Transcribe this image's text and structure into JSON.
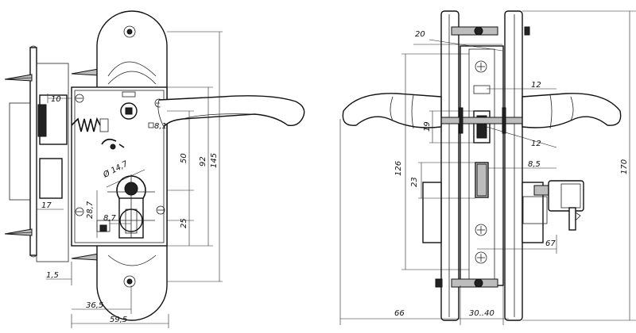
{
  "drawing": {
    "type": "technical drawing of mortise lock with lever handles",
    "dimensions_left_view": {
      "d_10": "10",
      "d_17": "17",
      "d_1_5": "1,5",
      "d_36_5": "36,5",
      "d_59_5": "59,5",
      "d_28_7": "28,7",
      "d_8_7": "8,7",
      "d_14_7": "Ø 14,7",
      "d_8_1": "8,1",
      "d_50": "50",
      "d_92": "92",
      "d_145": "145",
      "d_25": "25"
    },
    "dimensions_right_view": {
      "d_20": "20",
      "d_12a": "12",
      "d_12b": "12",
      "d_19": "19",
      "d_126": "126",
      "d_23": "23",
      "d_8_5": "8,5",
      "d_170": "170",
      "d_67": "67",
      "d_66": "66",
      "d_30_40": "30..40"
    }
  }
}
